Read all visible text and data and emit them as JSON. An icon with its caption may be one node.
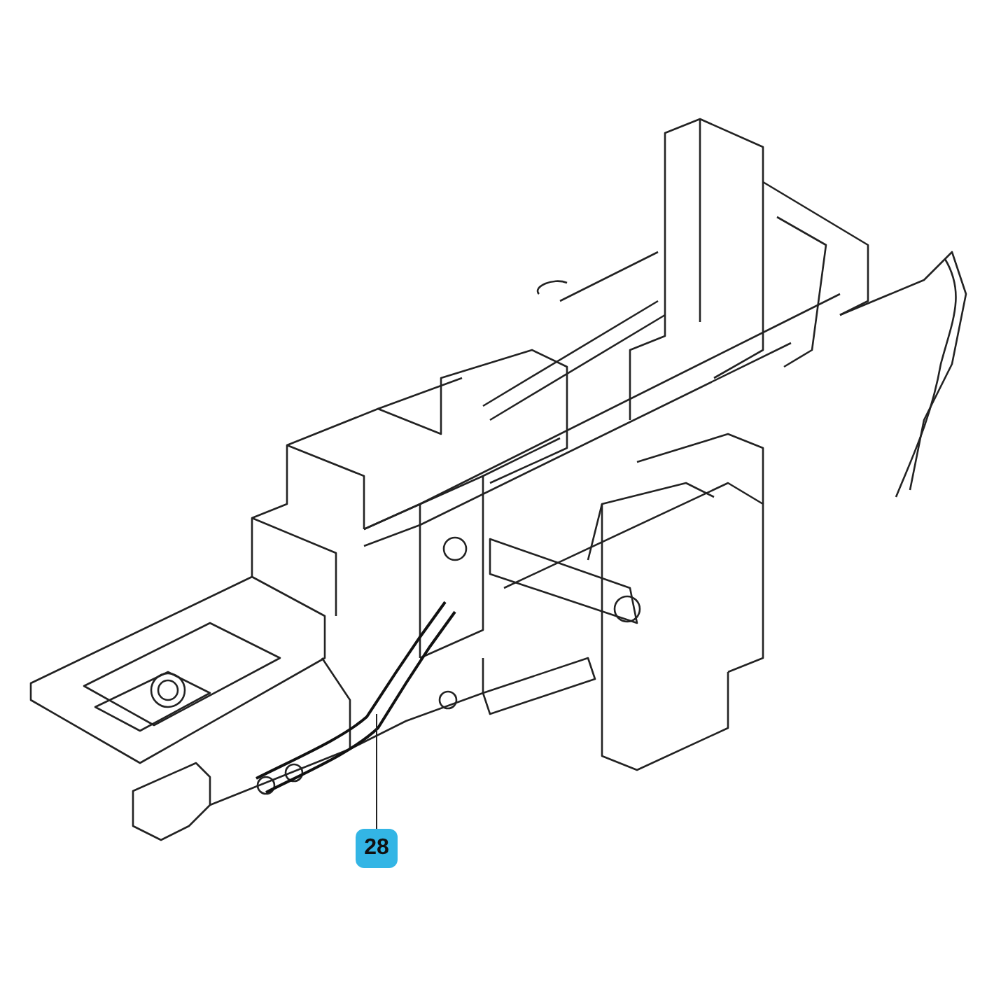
{
  "diagram": {
    "nodes": [
      {
        "text": [
          "28"
        ]
      },
      {
        "text": [],
        "shape": "picture"
      }
    ],
    "edges": [
      {
        "from": 0,
        "to": 1,
        "arrow": "none"
      }
    ]
  }
}
